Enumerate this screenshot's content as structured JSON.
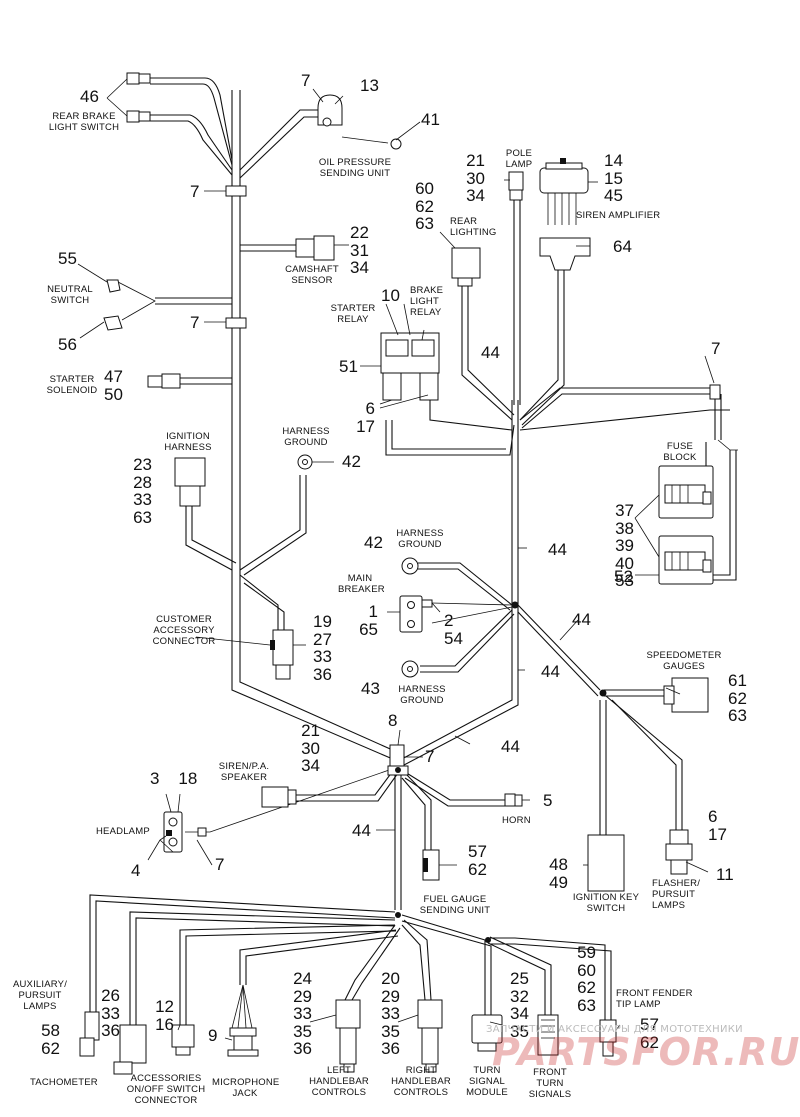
{
  "components": {
    "rear_brake_light_switch": {
      "label": "REAR BRAKE\nLIGHT SWITCH",
      "refs": [
        "46"
      ]
    },
    "oil_pressure": {
      "label": "OIL PRESSURE\nSENDING UNIT",
      "refs": [
        "7",
        "13",
        "41"
      ]
    },
    "pole_lamp": {
      "label": "POLE\nLAMP",
      "refs": [
        "21",
        "30",
        "34"
      ]
    },
    "siren_amplifier": {
      "label": "SIREN AMPLIFIER",
      "refs": [
        "14",
        "15",
        "45"
      ],
      "refs2": [
        "64"
      ]
    },
    "rear_lighting": {
      "label": "REAR\nLIGHTING",
      "refs": [
        "60",
        "62",
        "63"
      ]
    },
    "camshaft_sensor": {
      "label": "CAMSHAFT\nSENSOR",
      "refs": [
        "22",
        "31",
        "34"
      ]
    },
    "neutral_switch": {
      "label": "NEUTRAL\nSWITCH",
      "refs": [
        "55",
        "56"
      ]
    },
    "starter_relay": {
      "label": "STARTER\nRELAY"
    },
    "brake_light_relay": {
      "label": "BRAKE\nLIGHT\nRELAY",
      "refs": [
        "10"
      ]
    },
    "relay_block": {
      "refs": [
        "51"
      ],
      "refs2": [
        "6",
        "17"
      ]
    },
    "starter_solenoid": {
      "label": "STARTER\nSOLENOID",
      "refs": [
        "47",
        "50"
      ]
    },
    "ignition_harness": {
      "label": "IGNITION\nHARNESS",
      "refs": [
        "23",
        "28",
        "33",
        "63"
      ]
    },
    "harness_ground_1": {
      "label": "HARNESS\nGROUND",
      "refs": [
        "42"
      ]
    },
    "fuse_block": {
      "label": "FUSE\nBLOCK",
      "refs": [
        "37",
        "38",
        "39",
        "40",
        "53"
      ],
      "refs2": [
        "52"
      ]
    },
    "harness_ground_2": {
      "label": "HARNESS\nGROUND",
      "refs": [
        "42"
      ]
    },
    "main_breaker": {
      "label": "MAIN\nBREAKER",
      "refs_left": [
        "1",
        "65"
      ],
      "refs_right": [
        "2",
        "54"
      ]
    },
    "harness_ground_3": {
      "label": "HARNESS\nGROUND",
      "refs": [
        "43"
      ]
    },
    "customer_accessory": {
      "label": "CUSTOMER\nACCESSORY\nCONNECTOR",
      "refs": [
        "19",
        "27",
        "33",
        "36"
      ]
    },
    "speedometer": {
      "label": "SPEEDOMETER\nGAUGES",
      "refs": [
        "61",
        "62",
        "63"
      ]
    },
    "siren_speaker": {
      "label": "SIREN/P.A.\nSPEAKER",
      "refs": [
        "21",
        "30",
        "34"
      ]
    },
    "junction": {
      "refs": [
        "8",
        "7"
      ]
    },
    "headlamp": {
      "label": "HEADLAMP",
      "refs_top": [
        "3",
        "18"
      ],
      "refs_bottom": [
        "4"
      ],
      "ref_side": "7"
    },
    "horn": {
      "label": "HORN",
      "refs": [
        "5"
      ]
    },
    "fuel_gauge": {
      "label": "FUEL GAUGE\nSENDING UNIT",
      "refs": [
        "57",
        "62"
      ]
    },
    "ignition_key": {
      "label": "IGNITION KEY\nSWITCH",
      "refs": [
        "48",
        "49"
      ]
    },
    "flasher": {
      "label": "FLASHER/\nPURSUIT\nLAMPS",
      "refs": [
        "6",
        "17"
      ],
      "ref_side": "11"
    },
    "aux_lamps": {
      "label": "AUXILIARY/\nPURSUIT\nLAMPS",
      "refs": [
        "58",
        "62"
      ]
    },
    "tachometer": {
      "label": "TACHOMETER",
      "refs": [
        "26",
        "33",
        "36"
      ]
    },
    "accessories_switch": {
      "label": "ACCESSORIES\nON/OFF SWITCH\nCONNECTOR",
      "refs": [
        "12",
        "16"
      ]
    },
    "microphone_jack": {
      "label": "MICROPHONE\nJACK",
      "refs": [
        "9"
      ]
    },
    "left_handlebar": {
      "label": "LEFT\nHANDLEBAR\nCONTROLS",
      "refs": [
        "24",
        "29",
        "33",
        "35",
        "36"
      ]
    },
    "right_handlebar": {
      "label": "RIGHT\nHANDLEBAR\nCONTROLS",
      "refs": [
        "20",
        "29",
        "33",
        "35",
        "36"
      ]
    },
    "turn_signal_module": {
      "label": "TURN\nSIGNAL\nMODULE",
      "refs": [
        "25",
        "32",
        "34",
        "35"
      ]
    },
    "front_turn_signals": {
      "label": "FRONT\nTURN\nSIGNALS"
    },
    "front_fender": {
      "label": "FRONT FENDER\nTIP LAMP",
      "refs": [
        "59",
        "60",
        "62",
        "63"
      ],
      "refs2": [
        "57",
        "62"
      ]
    }
  },
  "harness_refs": {
    "main": "44",
    "clip": "7"
  },
  "watermark": {
    "small": "ЗАПЧАСТИ И АКСЕССУАРЫ ДЛЯ МОТОТЕХНИКИ",
    "logo": "PARTSFOR.RU"
  }
}
